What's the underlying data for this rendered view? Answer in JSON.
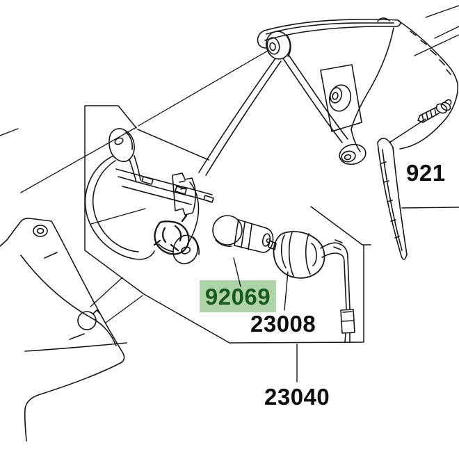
{
  "diagram_kind": "motorcycle taillight / license-lamp parts diagram (line art)",
  "labels": {
    "bulb": {
      "text": "92069",
      "highlighted": true
    },
    "socket": {
      "text": "23008",
      "highlighted": false
    },
    "lamp_assembly": {
      "text": "23040",
      "highlighted": false
    },
    "stay": {
      "text": "921",
      "highlighted": false,
      "truncated": true
    }
  },
  "colors": {
    "background": "#ffffff",
    "line": "#161616",
    "label_text": "#0d0d0d",
    "highlight_background": "#aed3a9",
    "highlight_text": "#1b5a1e"
  },
  "drawing_parts": [
    {
      "label": "92069",
      "depicts": "bulb"
    },
    {
      "label": "23008",
      "depicts": "bulb socket with wiring and connector"
    },
    {
      "label": "23040",
      "depicts": "license lamp assembly (boundary box)"
    },
    {
      "label": "921",
      "depicts": "bracket / stay with rubber dampers (number cut off at image edge)"
    }
  ]
}
